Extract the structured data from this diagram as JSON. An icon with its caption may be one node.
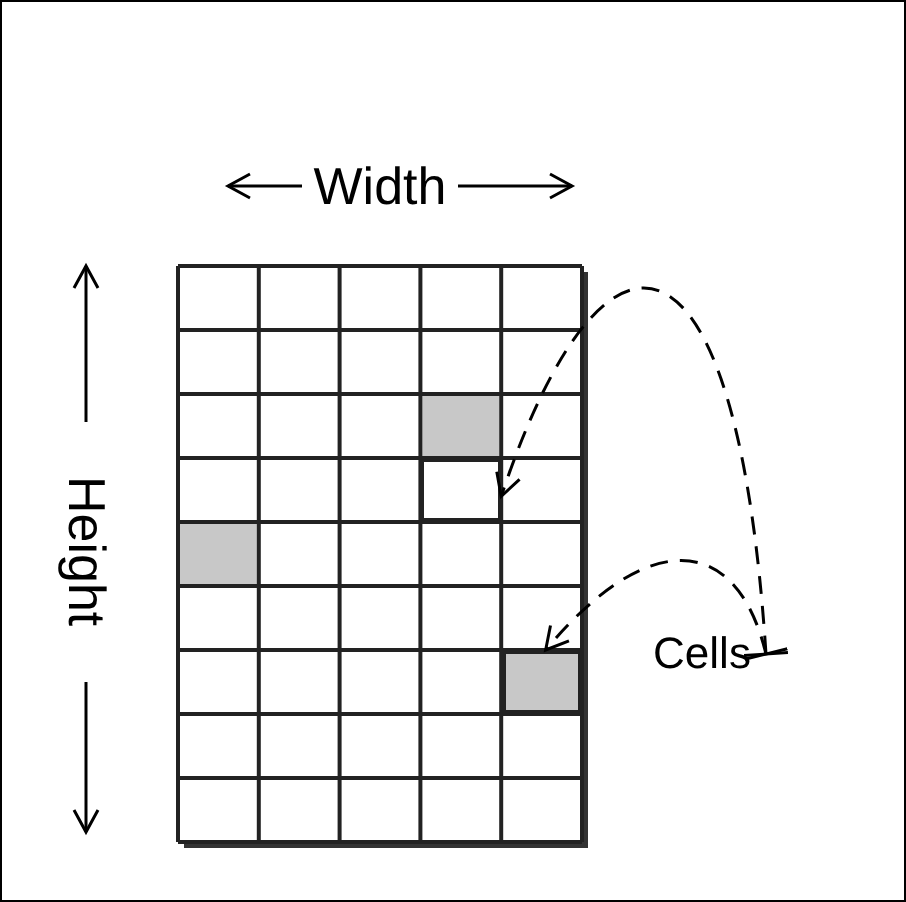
{
  "diagram": {
    "nodes": [
      {
        "text": [
          "Cells"
        ]
      },
      {
        "text": [],
        "shape": "box"
      },
      {
        "text": [],
        "shape": "box"
      }
    ],
    "edges": [
      {
        "from": 0,
        "to": 1,
        "arrow": "to",
        "style": "dashed"
      },
      {
        "from": 0,
        "to": 2,
        "arrow": "to",
        "style": "dashed"
      }
    ],
    "labels": [
      "Width",
      "Height"
    ]
  }
}
